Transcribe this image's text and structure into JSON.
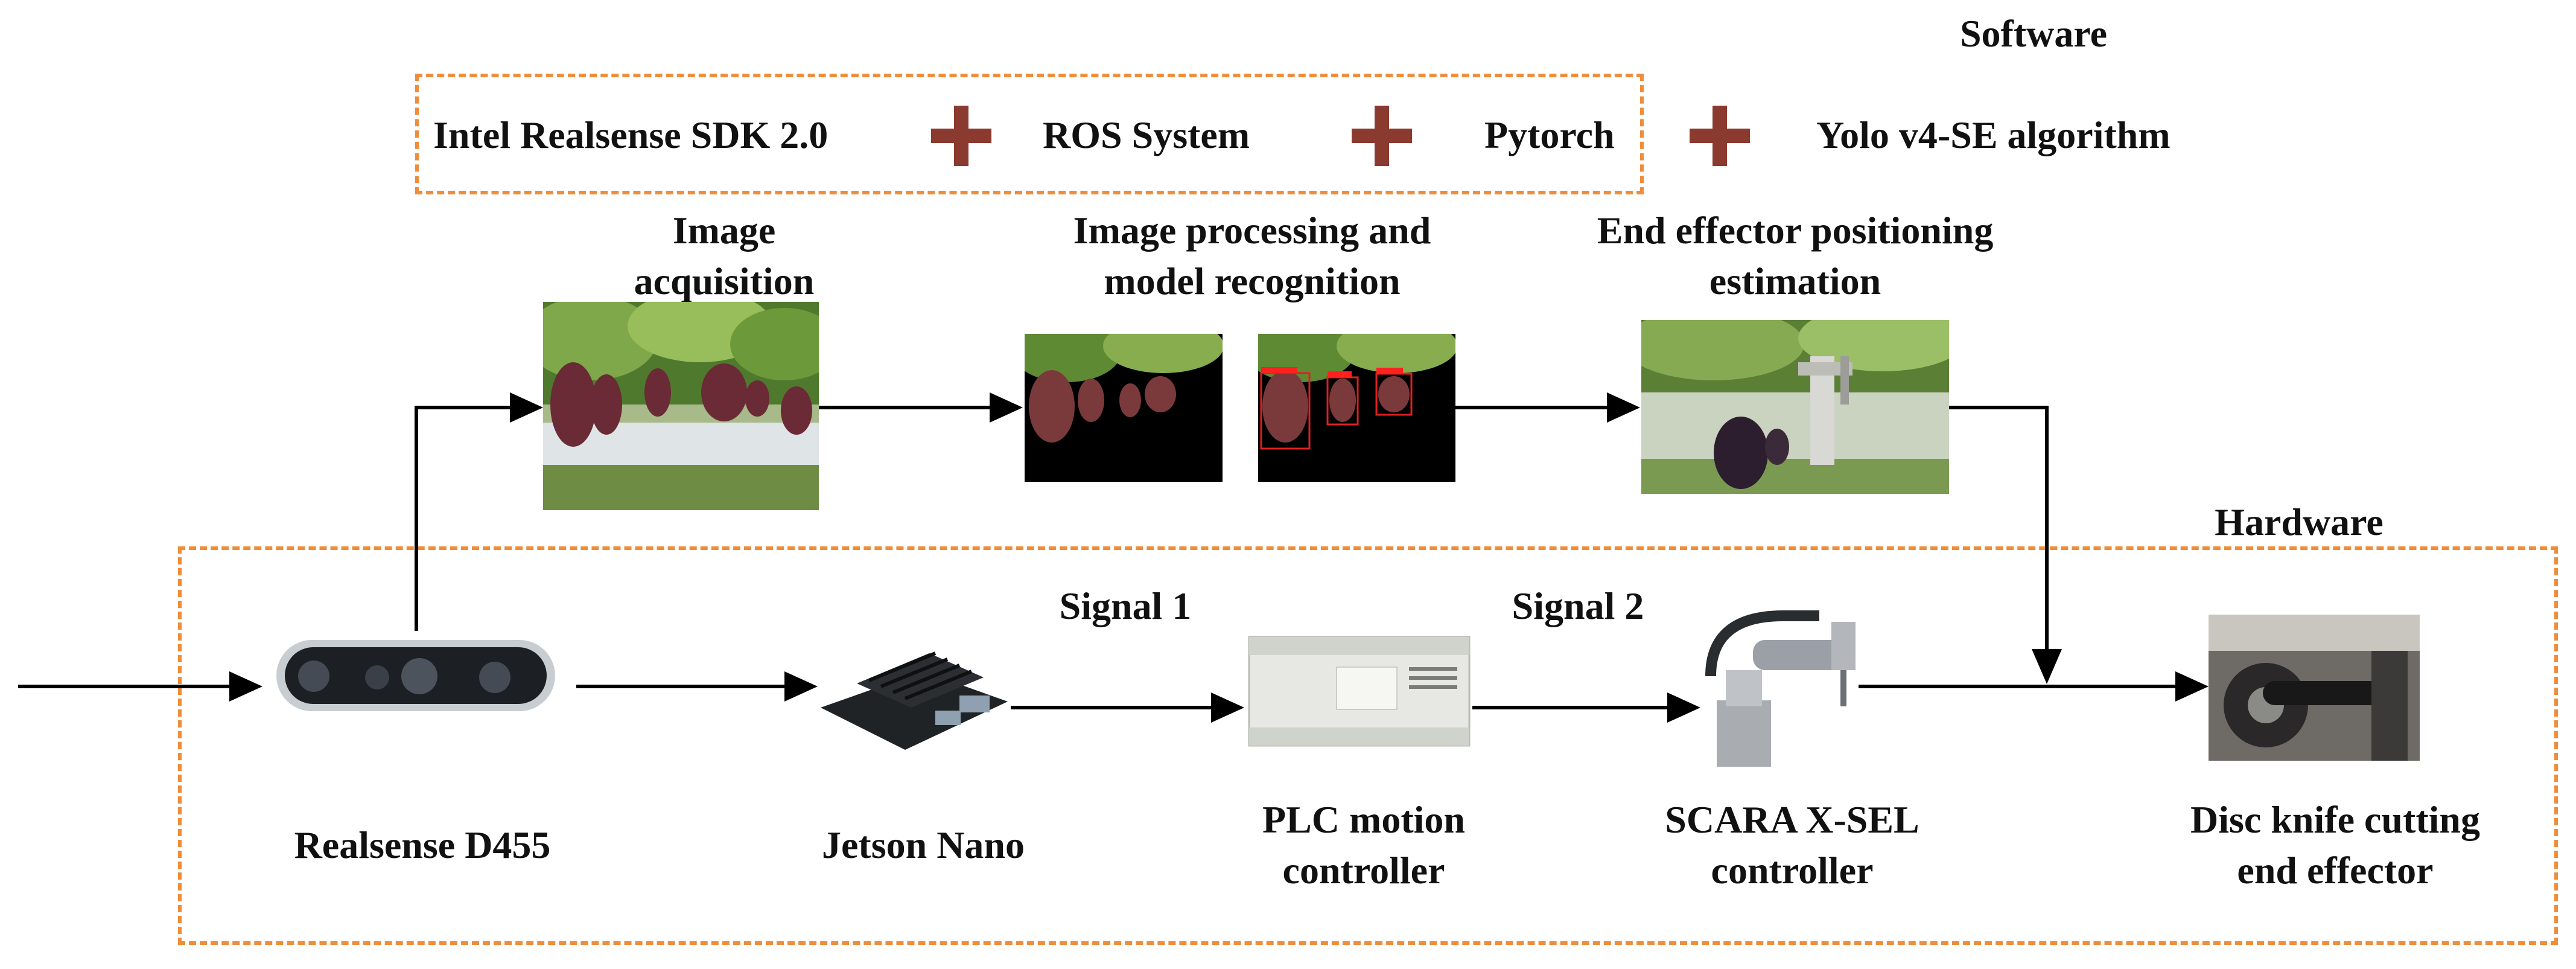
{
  "software": {
    "title": "Software",
    "items": [
      "Intel Realsense SDK 2.0",
      "ROS System",
      "Pytorch",
      "Yolo v4-SE algorithm"
    ]
  },
  "hardware": {
    "title": "Hardware"
  },
  "stages": {
    "acquisition": [
      "Image",
      "acquisition"
    ],
    "processing": [
      "Image processing and",
      "model recognition"
    ],
    "positioning": [
      "End effector positioning",
      "estimation"
    ]
  },
  "signals": {
    "s1": "Signal 1",
    "s2": "Signal 2"
  },
  "devices": {
    "camera": [
      "Realsense D455"
    ],
    "jetson": [
      "Jetson Nano"
    ],
    "plc": [
      "PLC motion",
      "controller"
    ],
    "scara": [
      "SCARA X-SEL",
      "controller"
    ],
    "effector": [
      "Disc knife cutting",
      "end effector"
    ]
  },
  "colors": {
    "dash": "#ef8d3a",
    "plus": "#8b3a2f",
    "arrow": "#000000"
  },
  "icons": [
    "depth-camera-icon",
    "jetson-board-icon",
    "plc-controller-icon",
    "scara-robot-icon",
    "disc-knife-icon",
    "grape-photo"
  ]
}
